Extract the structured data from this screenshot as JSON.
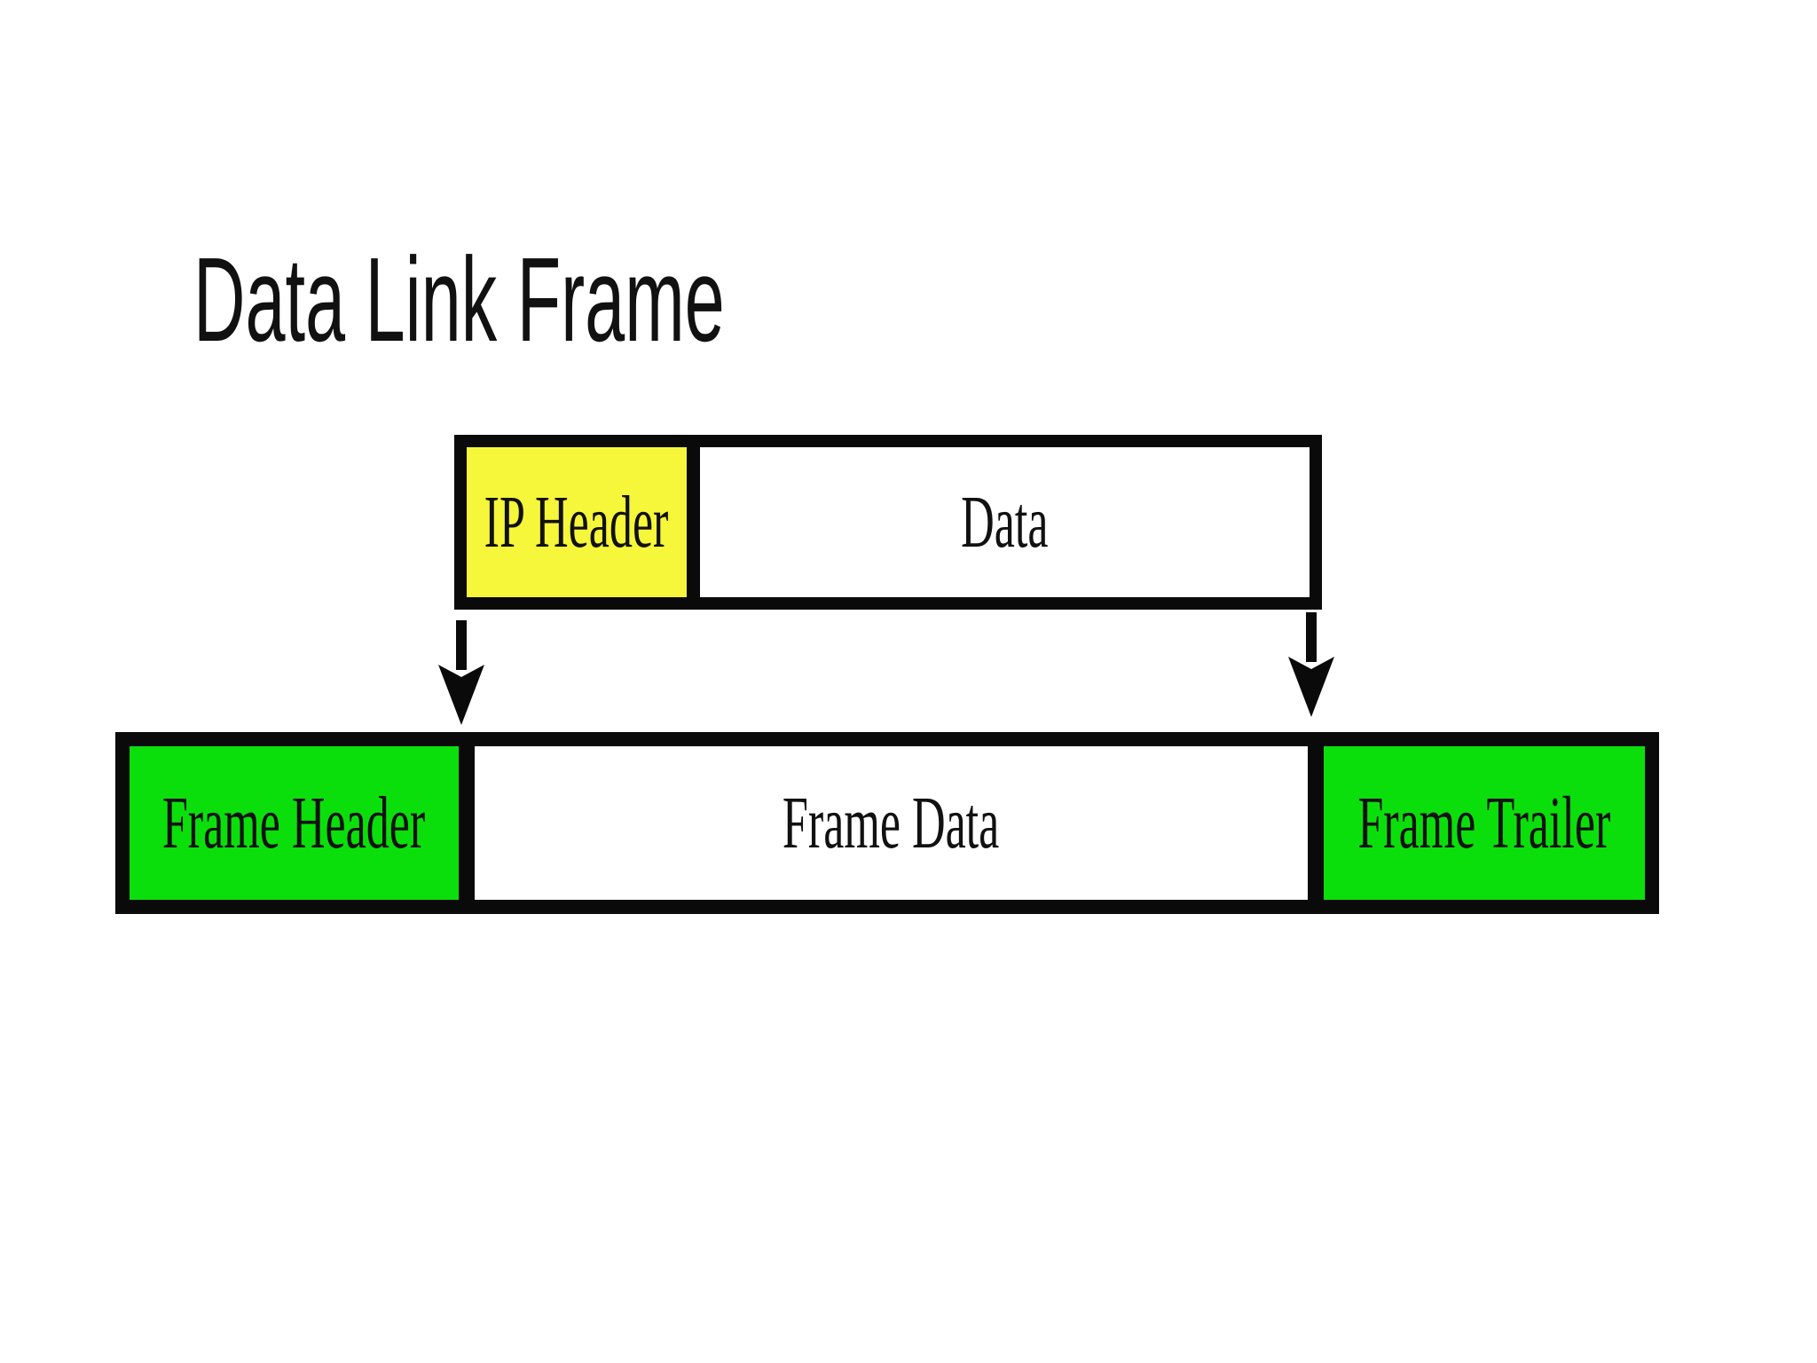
{
  "title": "Data Link Frame",
  "colors": {
    "bg": "#ffffff",
    "ink": "#111111",
    "line": "#0a0a0a",
    "yellow": "#f6f63a",
    "green": "#0bdf0b",
    "white": "#ffffff"
  },
  "packet_box": {
    "cells": [
      {
        "label": "IP Header",
        "fill": "yellow"
      },
      {
        "label": "Data",
        "fill": "white"
      }
    ]
  },
  "frame_box": {
    "cells": [
      {
        "label": "Frame Header",
        "fill": "green"
      },
      {
        "label": "Frame Data",
        "fill": "white"
      },
      {
        "label": "Frame Trailer",
        "fill": "green"
      }
    ]
  },
  "arrows": [
    {
      "name": "down-arrow-left",
      "meaning": "IP header start maps into Frame Data"
    },
    {
      "name": "down-arrow-right",
      "meaning": "IP data end maps into Frame Data"
    }
  ]
}
